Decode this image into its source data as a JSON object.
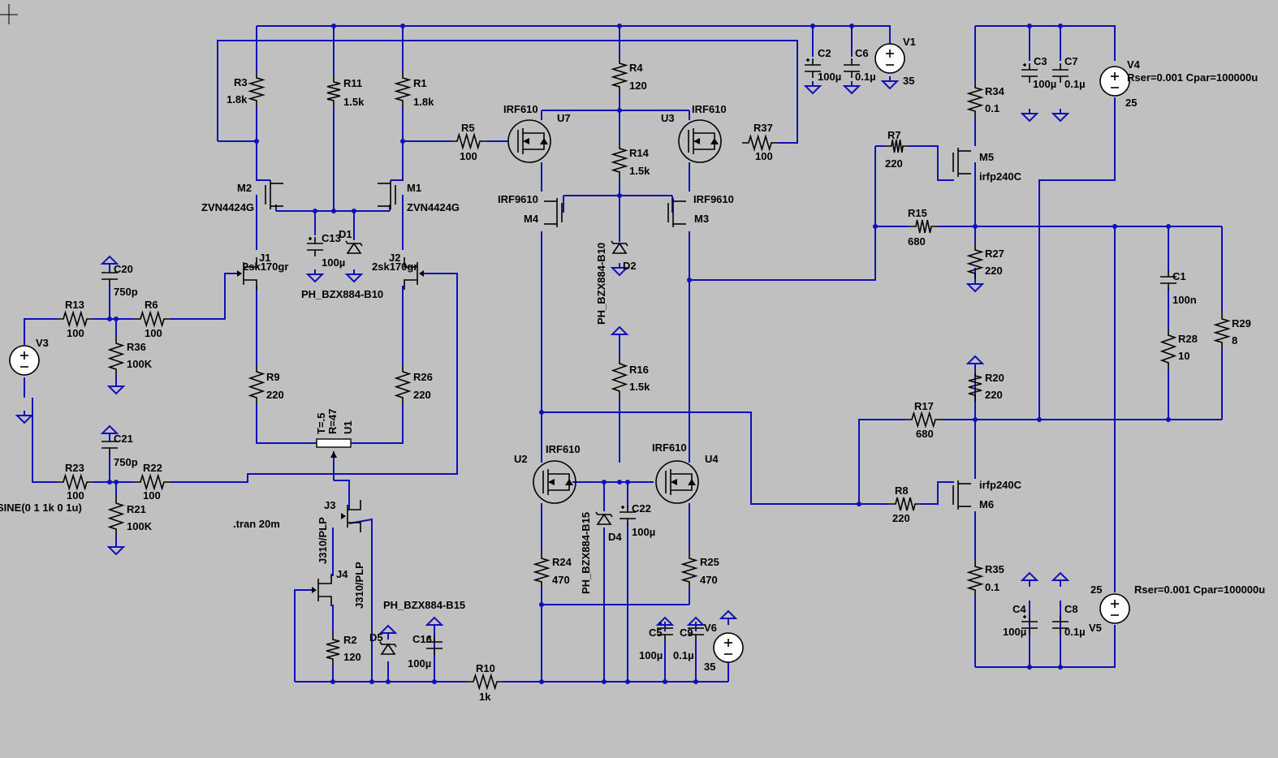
{
  "directive": ".tran 20m",
  "colors": {
    "background": "#c0c0c0",
    "wire": "#1010b8",
    "component": "#000000",
    "source_fill": "#ffffff"
  },
  "components": {
    "R3": {
      "ref": "R3",
      "val": "1.8k"
    },
    "R11": {
      "ref": "R11",
      "val": "1.5k"
    },
    "R1": {
      "ref": "R1",
      "val": "1.8k"
    },
    "R5": {
      "ref": "R5",
      "val": "100"
    },
    "R4": {
      "ref": "R4",
      "val": "120"
    },
    "R14": {
      "ref": "R14",
      "val": "1.5k"
    },
    "R37": {
      "ref": "R37",
      "val": "100"
    },
    "R13": {
      "ref": "R13",
      "val": "100"
    },
    "R6": {
      "ref": "R6",
      "val": "100"
    },
    "R36": {
      "ref": "R36",
      "val": "100K"
    },
    "R9": {
      "ref": "R9",
      "val": "220"
    },
    "R26": {
      "ref": "R26",
      "val": "220"
    },
    "R23": {
      "ref": "R23",
      "val": "100"
    },
    "R22": {
      "ref": "R22",
      "val": "100"
    },
    "R21": {
      "ref": "R21",
      "val": "100K"
    },
    "R2": {
      "ref": "R2",
      "val": "120"
    },
    "R10": {
      "ref": "R10",
      "val": "1k"
    },
    "R16": {
      "ref": "R16",
      "val": "1.5k"
    },
    "R24": {
      "ref": "R24",
      "val": "470"
    },
    "R25": {
      "ref": "R25",
      "val": "470"
    },
    "R34": {
      "ref": "R34",
      "val": "0.1"
    },
    "R7": {
      "ref": "R7",
      "val": "220"
    },
    "R15": {
      "ref": "R15",
      "val": "680"
    },
    "R27": {
      "ref": "R27",
      "val": "220"
    },
    "R28": {
      "ref": "R28",
      "val": "10"
    },
    "R29": {
      "ref": "R29",
      "val": "8"
    },
    "R20": {
      "ref": "R20",
      "val": "220"
    },
    "R17": {
      "ref": "R17",
      "val": "680"
    },
    "R8": {
      "ref": "R8",
      "val": "220"
    },
    "R35": {
      "ref": "R35",
      "val": "0.1"
    },
    "C2": {
      "ref": "C2",
      "val": "100µ"
    },
    "C6": {
      "ref": "C6",
      "val": "0.1µ"
    },
    "C3": {
      "ref": "C3",
      "val": "100µ"
    },
    "C7": {
      "ref": "C7",
      "val": "0.1µ"
    },
    "C13": {
      "ref": "C13",
      "val": "100µ"
    },
    "C20": {
      "ref": "C20",
      "val": "750p"
    },
    "C21": {
      "ref": "C21",
      "val": "750p"
    },
    "C16": {
      "ref": "C16",
      "val": "100µ"
    },
    "C22": {
      "ref": "C22",
      "val": "100µ"
    },
    "C5": {
      "ref": "C5",
      "val": "100µ"
    },
    "C9": {
      "ref": "C9",
      "val": "0.1µ"
    },
    "C1": {
      "ref": "C1",
      "val": "100n"
    },
    "C4": {
      "ref": "C4",
      "val": "100µ"
    },
    "C8": {
      "ref": "C8",
      "val": "0.1µ"
    },
    "V1": {
      "ref": "V1",
      "val": "35"
    },
    "V6": {
      "ref": "V6",
      "val": "35"
    },
    "V4": {
      "ref": "V4",
      "val": "25",
      "extra": "Rser=0.001 Cpar=100000u"
    },
    "V5": {
      "ref": "V5",
      "val": "25",
      "extra": "Rser=0.001 Cpar=100000u"
    },
    "V3": {
      "ref": "V3",
      "val": "SINE(0 1 1k 0 1u)"
    },
    "M2": {
      "ref": "M2",
      "val": "ZVN4424G"
    },
    "M1": {
      "ref": "M1",
      "val": "ZVN4424G"
    },
    "J1": {
      "ref": "J1",
      "val": "2sk170gr"
    },
    "J2": {
      "ref": "J2",
      "val": "2sk170gr"
    },
    "J3": {
      "ref": "J3",
      "val": "J310/PLP"
    },
    "J4": {
      "ref": "J4",
      "val": "J310/PLP"
    },
    "U7": {
      "ref": "U7",
      "val": "IRF610"
    },
    "U3": {
      "ref": "U3",
      "val": "IRF610"
    },
    "U2": {
      "ref": "U2",
      "val": "IRF610"
    },
    "U4": {
      "ref": "U4",
      "val": "IRF610"
    },
    "M4": {
      "ref": "M4",
      "val": "IRF9610"
    },
    "M3": {
      "ref": "M3",
      "val": "IRF9610"
    },
    "M5": {
      "ref": "M5",
      "val": "irfp240C"
    },
    "M6": {
      "ref": "M6",
      "val": "irfp240C"
    },
    "D1": {
      "ref": "D1",
      "val": "PH_BZX884-B10"
    },
    "D2": {
      "ref": "D2",
      "val": "PH_BZX884-B10"
    },
    "D4": {
      "ref": "D4",
      "val": "PH_BZX884-B15"
    },
    "D5": {
      "ref": "D5",
      "val": "PH_BZX884-B15"
    },
    "U1": {
      "ref": "U1",
      "line1": "T=.5",
      "line2": "R=47"
    }
  }
}
